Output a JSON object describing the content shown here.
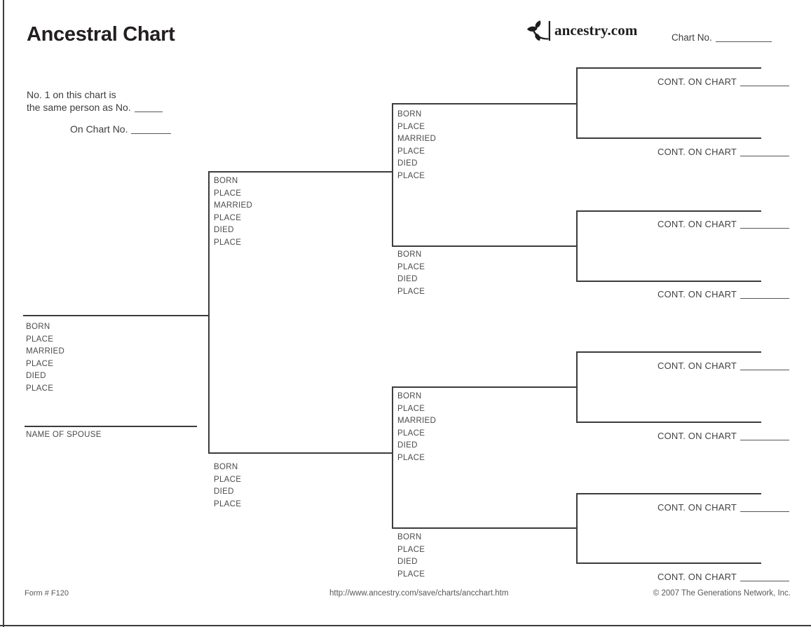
{
  "header": {
    "title": "Ancestral Chart",
    "brand": "ancestry.com",
    "chart_no_label": "Chart No."
  },
  "intro": {
    "line1": "No. 1 on this chart is",
    "line2": "the same person as No.",
    "line3": "On Chart No."
  },
  "labels": {
    "full": [
      "BORN",
      "PLACE",
      "MARRIED",
      "PLACE",
      "DIED",
      "PLACE"
    ],
    "short": [
      "BORN",
      "PLACE",
      "DIED",
      "PLACE"
    ],
    "spouse": "NAME OF SPOUSE",
    "cont_on_chart": "CONT. ON CHART"
  },
  "footer": {
    "form_number": "Form # F120",
    "url": "http://www.ancestry.com/save/charts/ancchart.htm",
    "copyright": "© 2007 The Generations Network, Inc."
  },
  "colors": {
    "line": "#3c3c3c",
    "label_text": "#4a4a4b",
    "title_text": "#231f20"
  }
}
